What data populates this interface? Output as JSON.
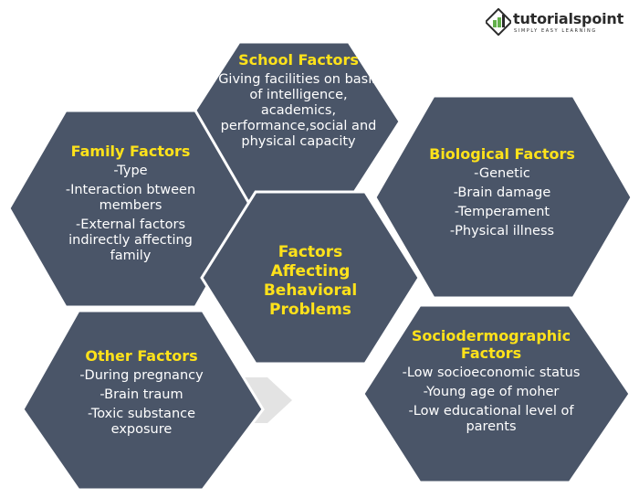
{
  "logo": {
    "name": "tutorialspoint",
    "tagline": "SIMPLY EASY LEARNING"
  },
  "colors": {
    "hexagon_fill": "#4a5568",
    "hexagon_stroke": "#ffffff",
    "title_color": "#ffe21a",
    "text_color": "#ffffff",
    "arrow_color": "#e3e3e3",
    "logo_green": "#62b04a"
  },
  "center": {
    "title": "Factors Affecting Behavioral Problems"
  },
  "school": {
    "title": "School Factors",
    "description": "Giving facilities on basis of intelligence, academics, performance,social and physical capacity"
  },
  "family": {
    "title": "Family Factors",
    "items": [
      "-Type",
      "-Interaction btween members",
      "-External factors indirectly affecting family"
    ]
  },
  "biological": {
    "title": "Biological Factors",
    "items": [
      "-Genetic",
      "-Brain damage",
      "-Temperament",
      "-Physical illness"
    ]
  },
  "other": {
    "title": "Other Factors",
    "items": [
      "-During pregnancy",
      "-Brain traum",
      "-Toxic substance exposure"
    ]
  },
  "socio": {
    "title": "Sociodermographic Factors",
    "items": [
      "-Low socioeconomic status",
      "-Young age of moher",
      "-Low educational level of parents"
    ]
  }
}
